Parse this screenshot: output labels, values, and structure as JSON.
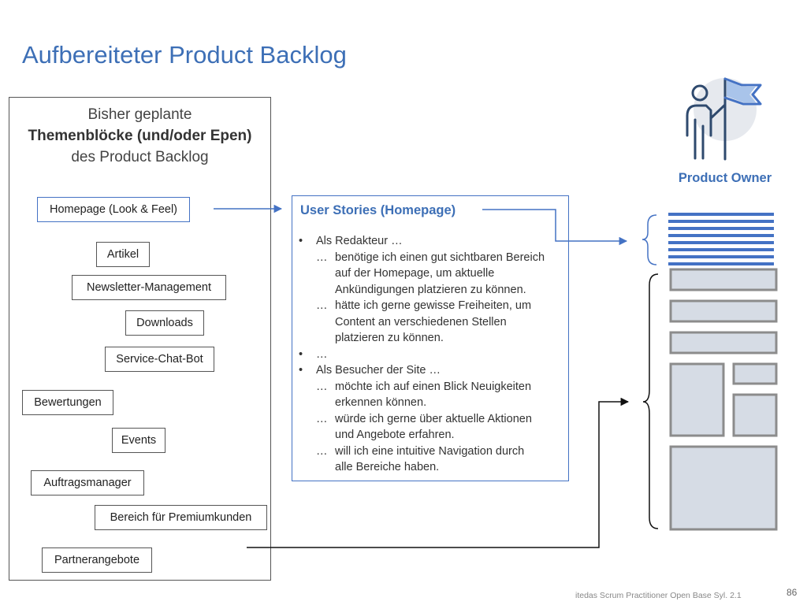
{
  "slide": {
    "title": "Aufbereiteter Product Backlog",
    "footer": "itedas Scrum Practitioner Open Base Syl. 2.1",
    "page_number": "86"
  },
  "backlog_panel": {
    "heading_line1": "Bisher geplante",
    "heading_line2": "Themenblöcke (und/oder Epen)",
    "heading_line3": "des Product Backlog",
    "items": [
      "Homepage (Look & Feel)",
      "Artikel",
      "Newsletter-Management",
      "Downloads",
      "Service-Chat-Bot",
      "Bewertungen",
      "Events",
      "Auftragsmanager",
      "Bereich für Premiumkunden",
      "Partnerangebote"
    ]
  },
  "user_stories": {
    "title": "User Stories (Homepage)",
    "bullet_marker": "•",
    "sub_marker": "…",
    "rows": [
      {
        "level": 1,
        "text": "Als Redakteur …"
      },
      {
        "level": 2,
        "text": "benötige ich einen gut sichtbaren Bereich"
      },
      {
        "level": 3,
        "text": "auf der Homepage, um aktuelle"
      },
      {
        "level": 3,
        "text": "Ankündigungen platzieren zu können."
      },
      {
        "level": 2,
        "text": "hätte ich gerne gewisse Freiheiten, um"
      },
      {
        "level": 3,
        "text": "Content an verschiedenen Stellen"
      },
      {
        "level": 3,
        "text": "platzieren zu können."
      },
      {
        "level": 1,
        "text": "…"
      },
      {
        "level": 1,
        "text": "Als Besucher der Site …"
      },
      {
        "level": 2,
        "text": "möchte ich auf einen Blick Neuigkeiten"
      },
      {
        "level": 3,
        "text": "erkennen können."
      },
      {
        "level": 2,
        "text": "würde ich gerne über aktuelle Aktionen"
      },
      {
        "level": 3,
        "text": "und Angebote erfahren."
      },
      {
        "level": 2,
        "text": "will ich eine intuitive Navigation durch"
      },
      {
        "level": 3,
        "text": "alle Bereiche haben."
      }
    ]
  },
  "product_owner": {
    "label": "Product Owner",
    "icon": "person-with-flag-icon"
  },
  "colors": {
    "accent_blue": "#4472c4",
    "title_blue": "#3d6fb6",
    "wireframe_fill": "#d6dce5",
    "wireframe_border": "#8c8c8c"
  }
}
